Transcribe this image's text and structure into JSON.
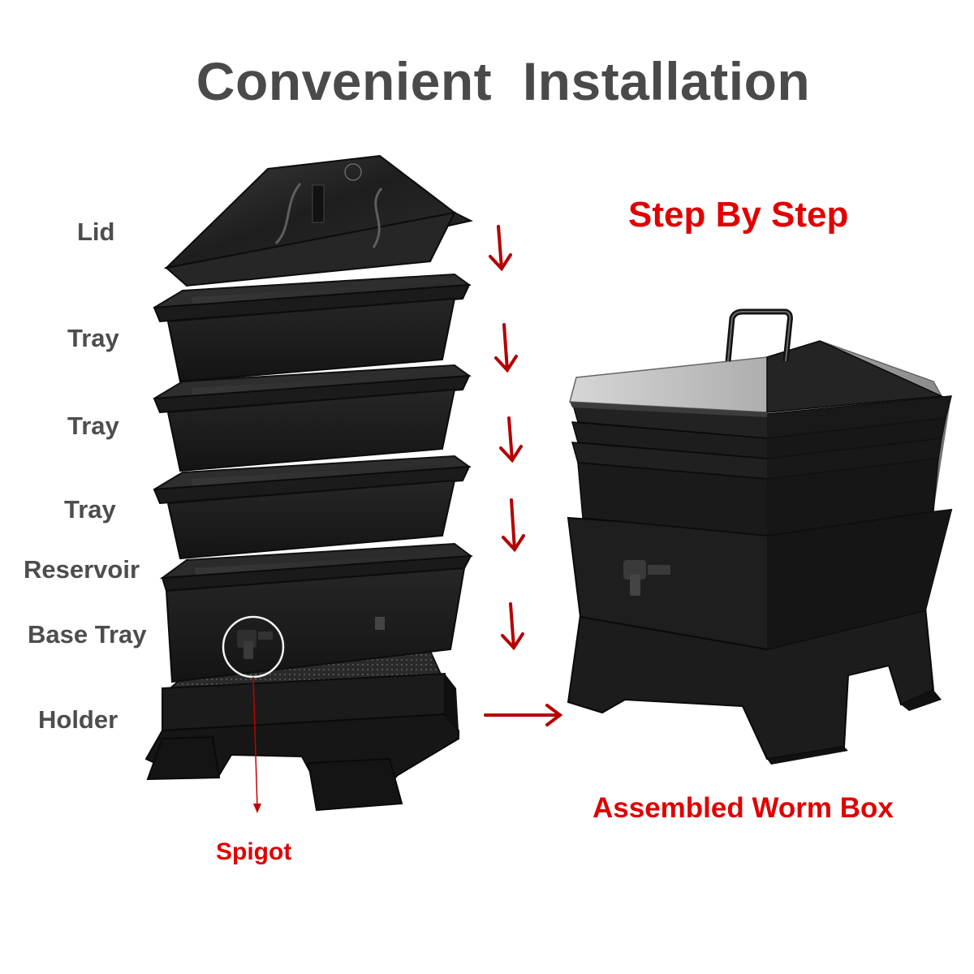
{
  "title": "Convenient  Installation",
  "parts": {
    "lid": "Lid",
    "tray_1": "Tray",
    "tray_2": "Tray",
    "tray_3": "Tray",
    "reservoir": "Reservoir",
    "base_tray": "Base Tray",
    "holder": "Holder",
    "spigot": "Spigot"
  },
  "step_by_step": "Step By Step",
  "assembled": "Assembled Worm Box",
  "colors": {
    "title_gray": "#4a4a4a",
    "label_gray": "#4d4d4d",
    "accent_red": "#e00000",
    "arrow_red": "#b40000",
    "plastic_black": "#1a1a1a"
  }
}
